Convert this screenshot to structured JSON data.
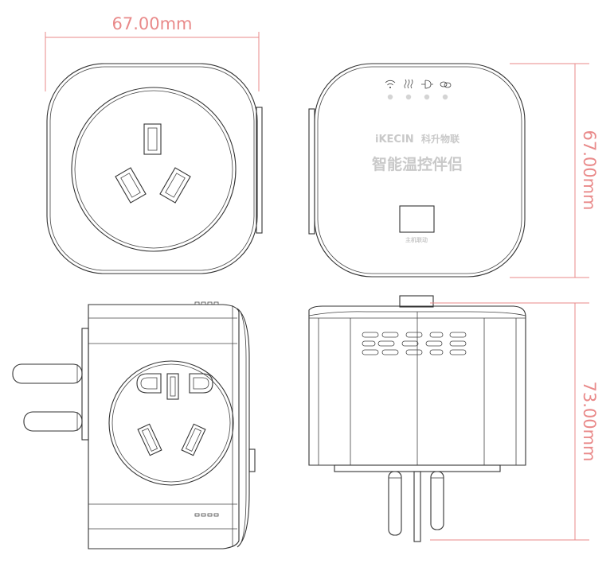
{
  "dimensions": {
    "width_label": "67.00mm",
    "height_label": "67.00mm",
    "depth_label": "73.00mm"
  },
  "product": {
    "brand": "iKECIN",
    "brand_cn": "科升物联",
    "name": "智能温控伴侣",
    "button_label": "主机联动"
  },
  "colors": {
    "dimension": "#e98a8a",
    "outline": "#333333",
    "brand_text": "#c9c9c9"
  }
}
